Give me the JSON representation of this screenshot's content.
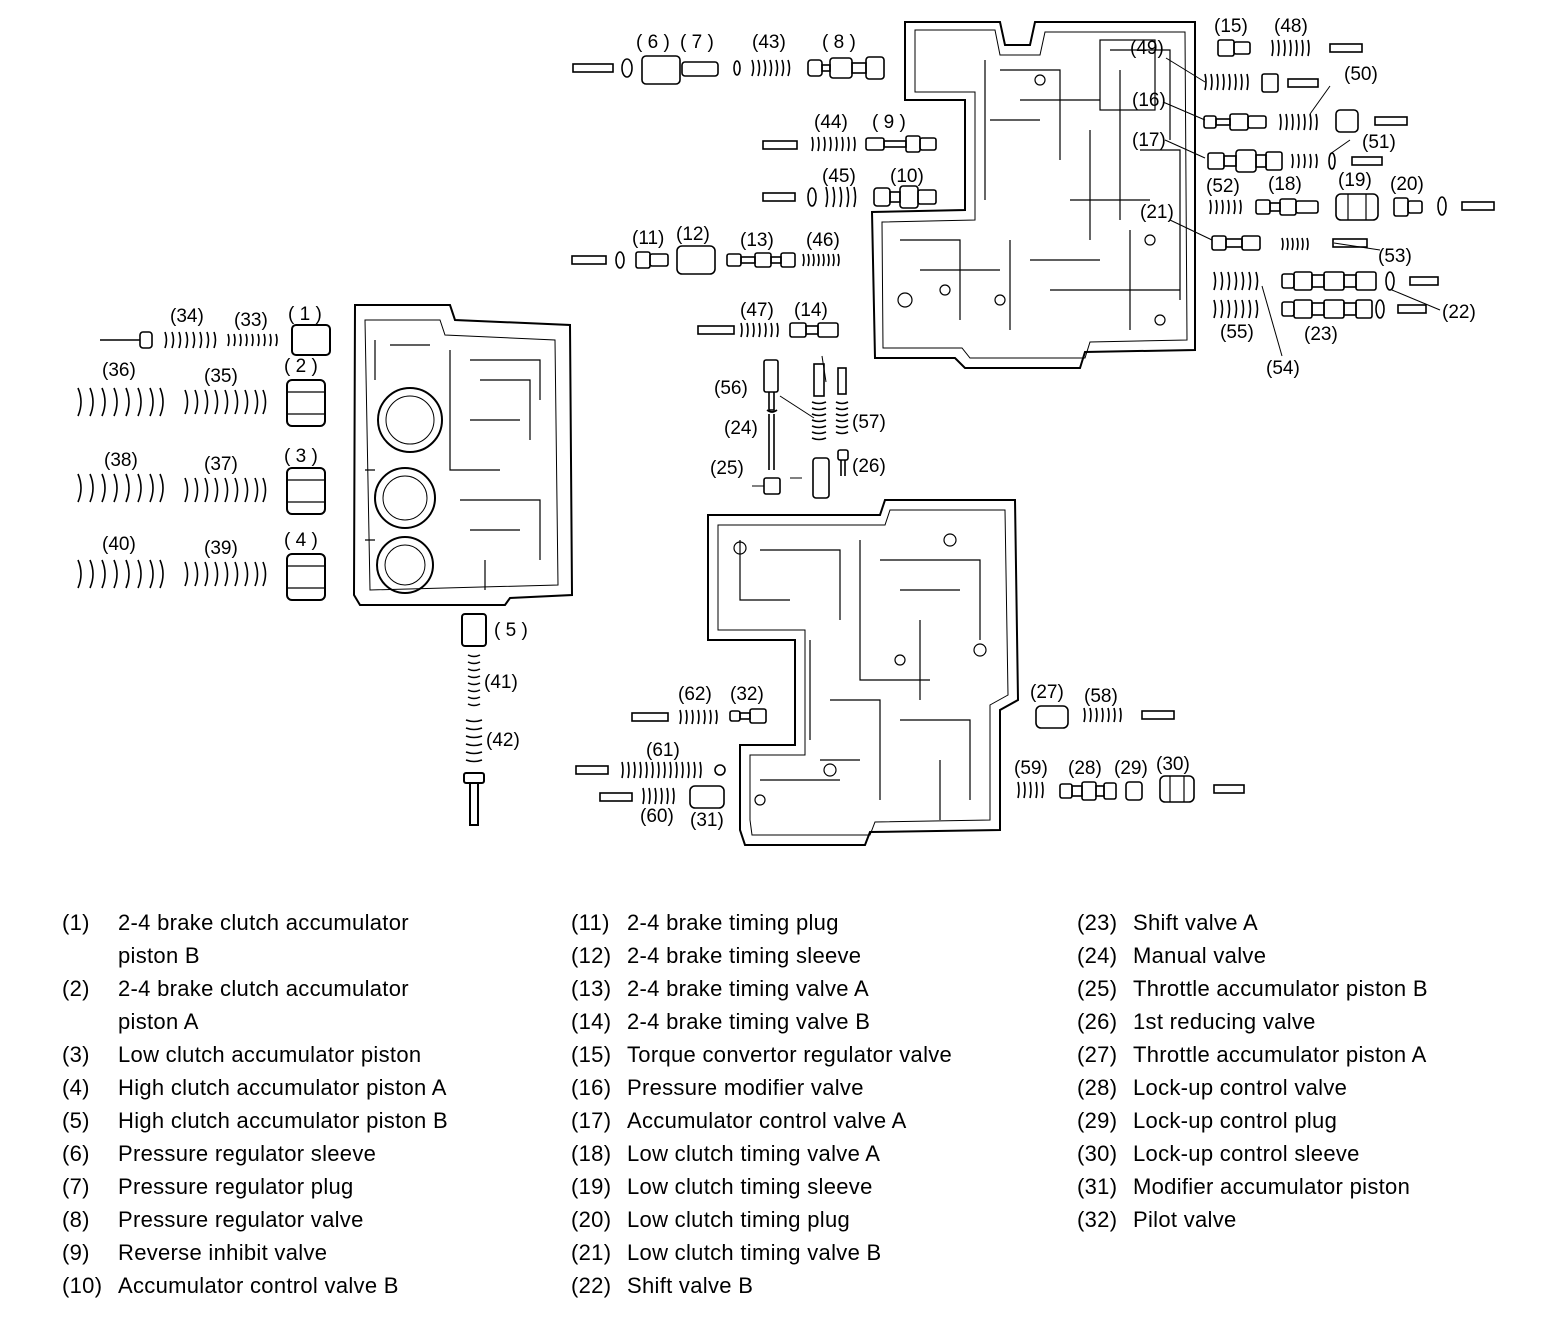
{
  "callouts": [
    {
      "id": "1",
      "label": "( 1 )"
    },
    {
      "id": "2",
      "label": "( 2 )"
    },
    {
      "id": "3",
      "label": "( 3 )"
    },
    {
      "id": "4",
      "label": "( 4 )"
    },
    {
      "id": "5",
      "label": "( 5 )"
    },
    {
      "id": "6",
      "label": "( 6 )"
    },
    {
      "id": "7",
      "label": "( 7 )"
    },
    {
      "id": "8",
      "label": "( 8 )"
    },
    {
      "id": "9",
      "label": "( 9 )"
    },
    {
      "id": "10",
      "label": "(10)"
    },
    {
      "id": "11",
      "label": "(11)"
    },
    {
      "id": "12",
      "label": "(12)"
    },
    {
      "id": "13",
      "label": "(13)"
    },
    {
      "id": "14",
      "label": "(14)"
    },
    {
      "id": "15",
      "label": "(15)"
    },
    {
      "id": "16",
      "label": "(16)"
    },
    {
      "id": "17",
      "label": "(17)"
    },
    {
      "id": "18",
      "label": "(18)"
    },
    {
      "id": "19",
      "label": "(19)"
    },
    {
      "id": "20",
      "label": "(20)"
    },
    {
      "id": "21",
      "label": "(21)"
    },
    {
      "id": "22",
      "label": "(22)"
    },
    {
      "id": "23",
      "label": "(23)"
    },
    {
      "id": "24",
      "label": "(24)"
    },
    {
      "id": "25",
      "label": "(25)"
    },
    {
      "id": "26",
      "label": "(26)"
    },
    {
      "id": "27",
      "label": "(27)"
    },
    {
      "id": "28",
      "label": "(28)"
    },
    {
      "id": "29",
      "label": "(29)"
    },
    {
      "id": "30",
      "label": "(30)"
    },
    {
      "id": "31",
      "label": "(31)"
    },
    {
      "id": "32",
      "label": "(32)"
    },
    {
      "id": "33",
      "label": "(33)"
    },
    {
      "id": "34",
      "label": "(34)"
    },
    {
      "id": "35",
      "label": "(35)"
    },
    {
      "id": "36",
      "label": "(36)"
    },
    {
      "id": "37",
      "label": "(37)"
    },
    {
      "id": "38",
      "label": "(38)"
    },
    {
      "id": "39",
      "label": "(39)"
    },
    {
      "id": "40",
      "label": "(40)"
    },
    {
      "id": "41",
      "label": "(41)"
    },
    {
      "id": "42",
      "label": "(42)"
    },
    {
      "id": "43",
      "label": "(43)"
    },
    {
      "id": "44",
      "label": "(44)"
    },
    {
      "id": "45",
      "label": "(45)"
    },
    {
      "id": "46",
      "label": "(46)"
    },
    {
      "id": "47",
      "label": "(47)"
    },
    {
      "id": "48",
      "label": "(48)"
    },
    {
      "id": "49",
      "label": "(49)"
    },
    {
      "id": "50",
      "label": "(50)"
    },
    {
      "id": "51",
      "label": "(51)"
    },
    {
      "id": "52",
      "label": "(52)"
    },
    {
      "id": "53",
      "label": "(53)"
    },
    {
      "id": "54",
      "label": "(54)"
    },
    {
      "id": "55",
      "label": "(55)"
    },
    {
      "id": "56",
      "label": "(56)"
    },
    {
      "id": "57",
      "label": "(57)"
    },
    {
      "id": "58",
      "label": "(58)"
    },
    {
      "id": "59",
      "label": "(59)"
    },
    {
      "id": "60",
      "label": "(60)"
    },
    {
      "id": "61",
      "label": "(61)"
    },
    {
      "id": "62",
      "label": "(62)"
    }
  ],
  "legend": {
    "col1": [
      {
        "num": "(1)",
        "text": "2-4 brake clutch accumulator piston B"
      },
      {
        "num": "(2)",
        "text": "2-4 brake clutch accumulator piston A"
      },
      {
        "num": "(3)",
        "text": "Low clutch accumulator piston"
      },
      {
        "num": "(4)",
        "text": "High clutch accumulator piston A"
      },
      {
        "num": "(5)",
        "text": "High clutch accumulator piston B"
      },
      {
        "num": "(6)",
        "text": "Pressure regulator sleeve"
      },
      {
        "num": "(7)",
        "text": "Pressure regulator plug"
      },
      {
        "num": "(8)",
        "text": "Pressure regulator valve"
      },
      {
        "num": "(9)",
        "text": "Reverse inhibit valve"
      },
      {
        "num": "(10)",
        "text": "Accumulator control valve B"
      }
    ],
    "col2": [
      {
        "num": "(11)",
        "text": "2-4 brake timing plug"
      },
      {
        "num": "(12)",
        "text": "2-4 brake timing sleeve"
      },
      {
        "num": "(13)",
        "text": "2-4 brake timing valve A"
      },
      {
        "num": "(14)",
        "text": "2-4 brake timing valve B"
      },
      {
        "num": "(15)",
        "text": "Torque convertor regulator valve"
      },
      {
        "num": "(16)",
        "text": "Pressure modifier valve"
      },
      {
        "num": "(17)",
        "text": "Accumulator control valve A"
      },
      {
        "num": "(18)",
        "text": "Low clutch timing valve A"
      },
      {
        "num": "(19)",
        "text": "Low clutch timing sleeve"
      },
      {
        "num": "(20)",
        "text": "Low clutch timing plug"
      },
      {
        "num": "(21)",
        "text": "Low clutch timing valve B"
      },
      {
        "num": "(22)",
        "text": "Shift valve B"
      }
    ],
    "col3": [
      {
        "num": "(23)",
        "text": "Shift valve A"
      },
      {
        "num": "(24)",
        "text": "Manual valve"
      },
      {
        "num": "(25)",
        "text": "Throttle accumulator piston B"
      },
      {
        "num": "(26)",
        "text": "1st reducing valve"
      },
      {
        "num": "(27)",
        "text": "Throttle accumulator piston A"
      },
      {
        "num": "(28)",
        "text": "Lock-up control valve"
      },
      {
        "num": "(29)",
        "text": "Lock-up control plug"
      },
      {
        "num": "(30)",
        "text": "Lock-up control sleeve"
      },
      {
        "num": "(31)",
        "text": "Modifier accumulator piston"
      },
      {
        "num": "(32)",
        "text": "Pilot valve"
      }
    ]
  }
}
